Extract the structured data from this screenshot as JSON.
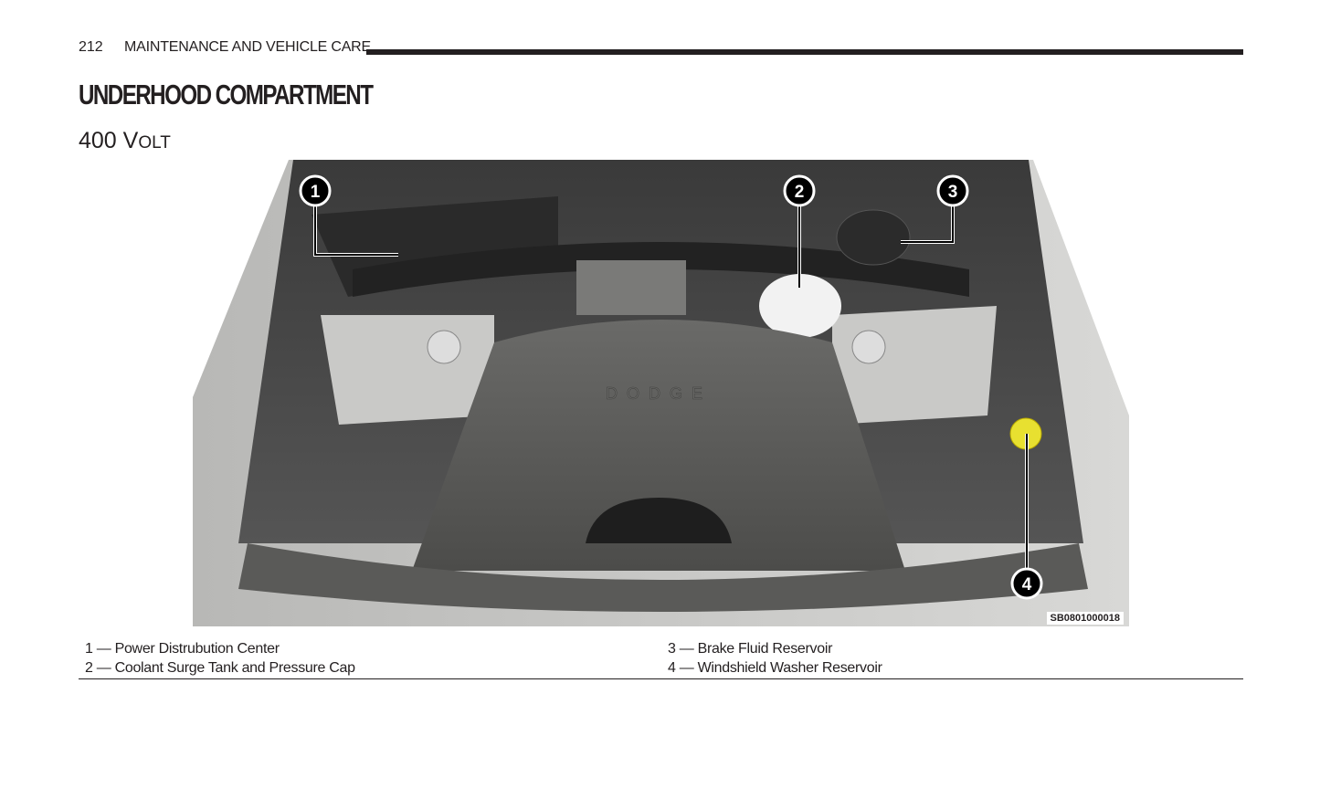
{
  "header": {
    "page_number": "212",
    "section": "MAINTENANCE AND VEHICLE CARE"
  },
  "title": "UNDERHOOD COMPARTMENT",
  "subtitle": {
    "main": "400 V",
    "small": "OLT"
  },
  "figure": {
    "id": "SB0801000018",
    "callouts": [
      "1",
      "2",
      "3",
      "4"
    ],
    "brand_emboss": "DODGE"
  },
  "legend": [
    "1 — Power Distrubution Center",
    "2 — Coolant Surge Tank and Pressure Cap",
    "3 — Brake Fluid Reservoir",
    "4 — Windshield Washer Reservoir"
  ]
}
